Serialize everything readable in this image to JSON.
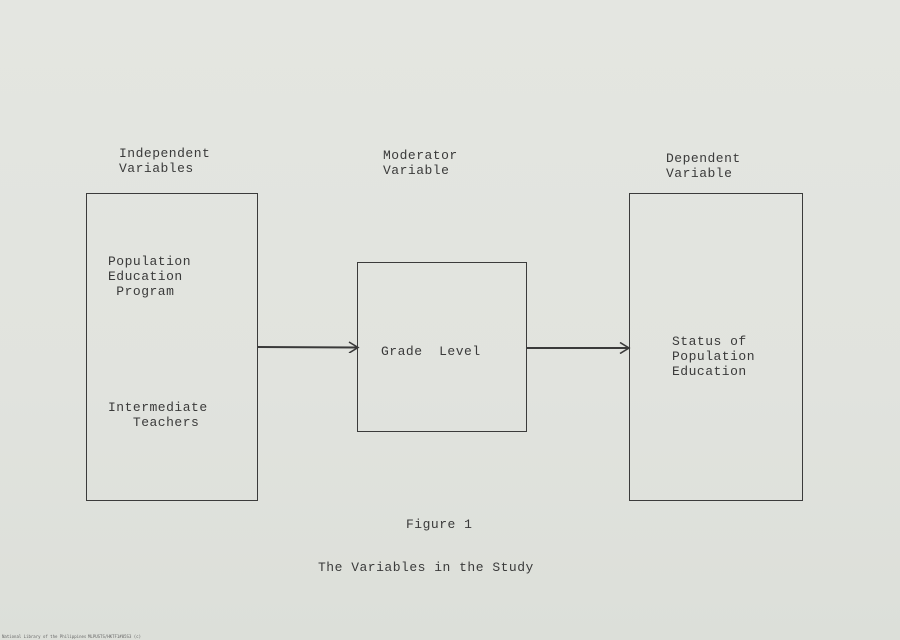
{
  "headings": {
    "independent": "Independent\nVariables",
    "moderator": "Moderator\nVariable",
    "dependent": "Dependent\nVariable"
  },
  "independent_box": {
    "text1": "Population\nEducation\n Program",
    "text2": "Intermediate\n   Teachers"
  },
  "moderator_box": {
    "text": "Grade  Level"
  },
  "dependent_box": {
    "text": "Status of\nPopulation\nEducation"
  },
  "figure": {
    "label": "Figure 1",
    "title": "The Variables in the Study"
  },
  "footer": {
    "library": "National Library of the Philippines",
    "code": "MLPUSTS/HKTF1#05S3 (c)"
  }
}
